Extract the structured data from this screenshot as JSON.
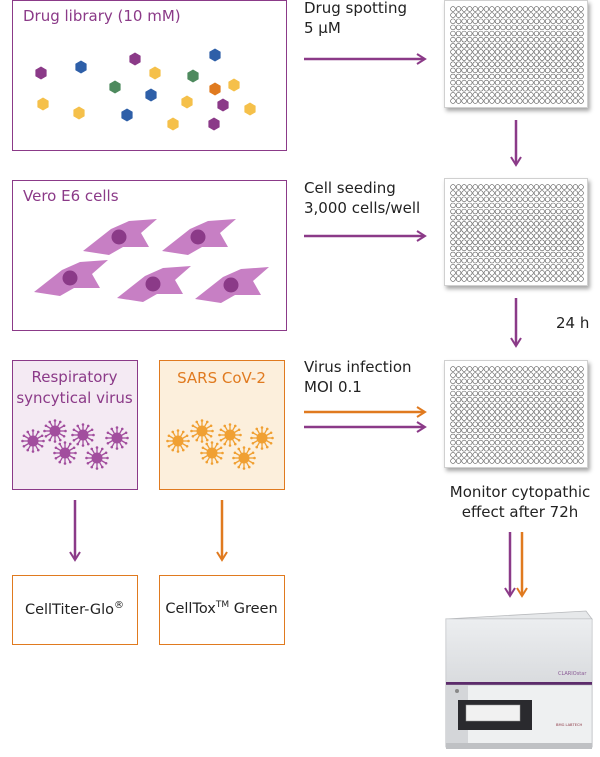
{
  "drug_library": {
    "title": "Drug library (10 mM)"
  },
  "vero_cells": {
    "title": "Vero E6 cells"
  },
  "rsv": {
    "line1": "Respiratory",
    "line2": "syncytical virus"
  },
  "sars": {
    "title": "SARS CoV-2"
  },
  "step1": {
    "line1": "Drug spotting",
    "line2": "5 μM"
  },
  "step2": {
    "line1": "Cell seeding",
    "line2": "3,000 cells/well"
  },
  "step3": {
    "line1": "Virus infection",
    "line2": "MOI 0.1"
  },
  "incubation": {
    "label": "24 h"
  },
  "monitor": {
    "line1": "Monitor cytopathic",
    "line2": "effect after 72h"
  },
  "assay1": {
    "name": "CellTiter-Glo",
    "mark": "®"
  },
  "assay2": {
    "name": "CellTox",
    "mark": "TM",
    "suffix": " Green"
  },
  "instrument": {
    "brand": "CLARIOstar",
    "maker": "BMG LABTECH"
  },
  "colors": {
    "purple": "#8b3a88",
    "orange": "#e07a1f",
    "green": "#4e8a5e",
    "blue": "#2e5fa8",
    "yellow": "#f5c04a",
    "cell": "#c77fc4"
  }
}
